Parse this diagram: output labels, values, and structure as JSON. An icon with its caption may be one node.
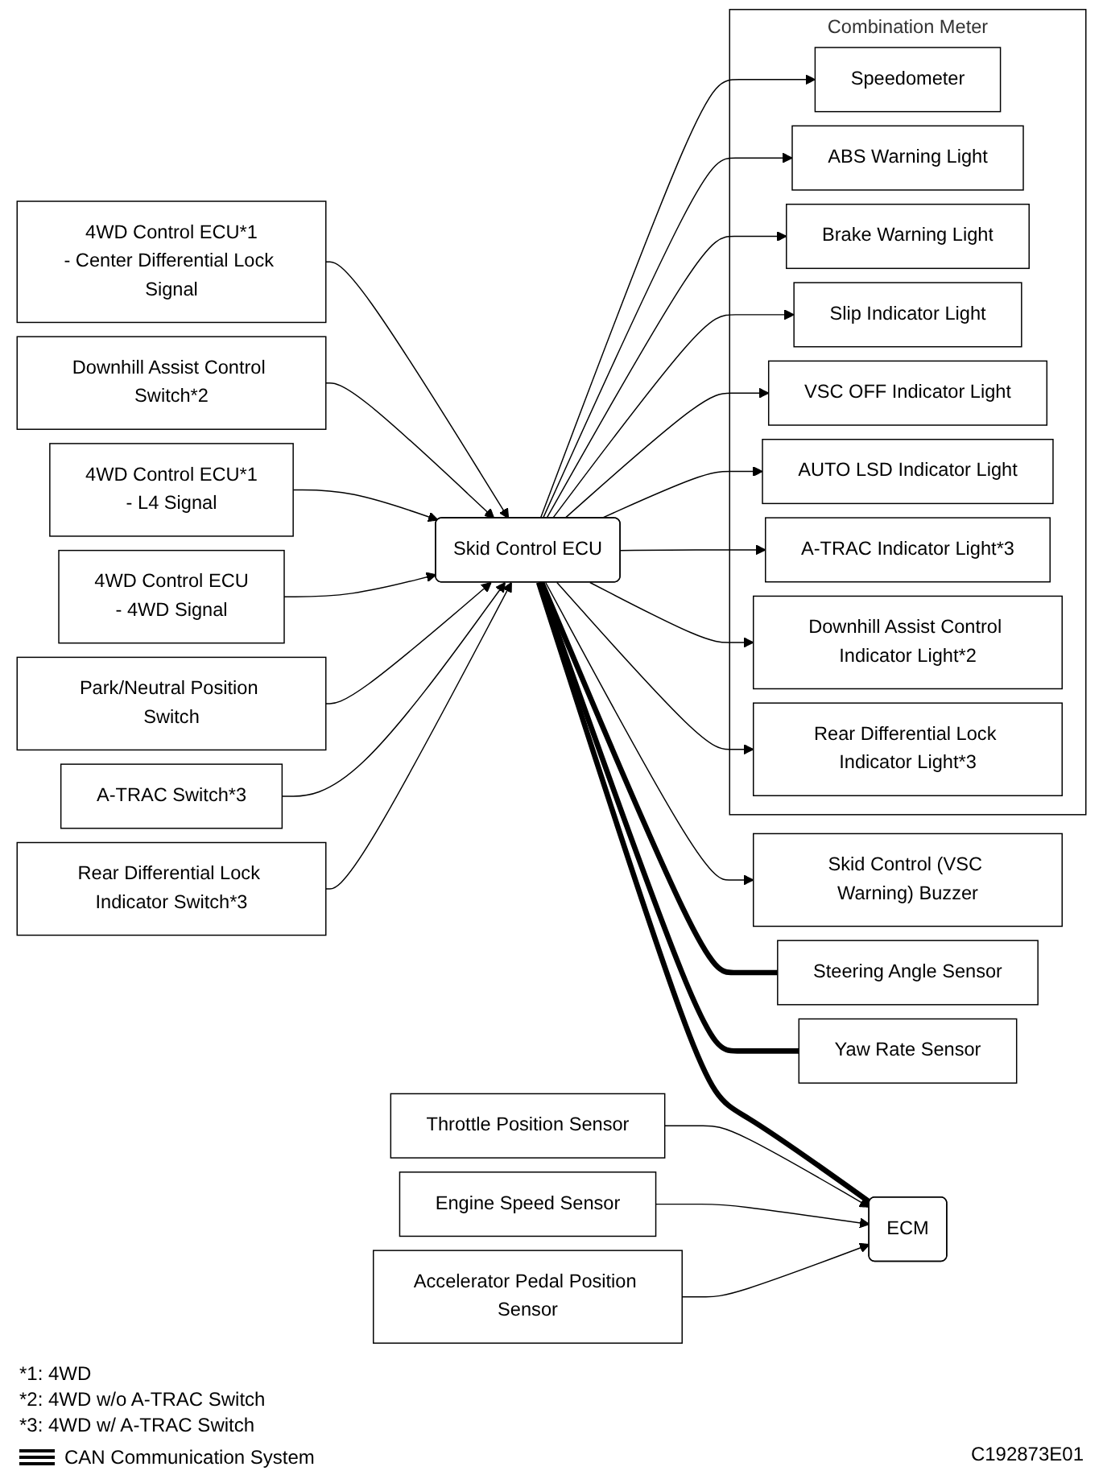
{
  "diagram": {
    "nodes": [
      {
        "text": [
          "Skid Control ECU"
        ]
      },
      {
        "text": [
          "4WD Control ECU*1",
          "- Center Differential Lock Signal"
        ]
      },
      {
        "text": [
          "Downhill Assist Control Switch*2"
        ]
      },
      {
        "text": [
          "4WD Control ECU*1",
          "- L4 Signal"
        ]
      },
      {
        "text": [
          "4WD Control ECU",
          "- 4WD Signal"
        ]
      },
      {
        "text": [
          "Park/Neutral Position Switch"
        ]
      },
      {
        "text": [
          "A-TRAC Switch*3"
        ]
      },
      {
        "text": [
          "Rear Differential Lock Indicator Switch*3"
        ]
      },
      {
        "text": [
          "Skid Control (VSC Warning) Buzzer"
        ]
      },
      {
        "text": [
          "Combination Meter"
        ]
      },
      {
        "text": [
          "Speedometer"
        ],
        "in": 9
      },
      {
        "text": [
          "ABS Warning Light"
        ],
        "in": 9
      },
      {
        "text": [
          "Brake Warning Light"
        ],
        "in": 9
      },
      {
        "text": [
          "Slip Indicator Light"
        ],
        "in": 9
      },
      {
        "text": [
          "VSC OFF Indicator Light"
        ],
        "in": 9
      },
      {
        "text": [
          "AUTO LSD Indicator Light"
        ],
        "in": 9
      },
      {
        "text": [
          "A-TRAC Indicator Light*3"
        ],
        "in": 9
      },
      {
        "text": [
          "Downhill Assist Control Indicator Light*2"
        ],
        "in": 9
      },
      {
        "text": [
          "Rear Differential Lock Indicator Light*3"
        ],
        "in": 9
      },
      {
        "text": [
          "Steering Angle Sensor"
        ]
      },
      {
        "text": [
          "Yaw Rate Sensor"
        ]
      },
      {
        "text": [
          "ECM"
        ]
      },
      {
        "text": [
          "Throttle Position Sensor"
        ]
      },
      {
        "text": [
          "Engine Speed Sensor"
        ]
      },
      {
        "text": [
          "Accelerator Pedal Position Sensor"
        ]
      }
    ],
    "edges": [
      {
        "from": 1,
        "to": 0,
        "arrow": "to"
      },
      {
        "from": 2,
        "to": 0,
        "arrow": "to"
      },
      {
        "from": 3,
        "to": 0,
        "arrow": "to"
      },
      {
        "from": 4,
        "to": 0,
        "arrow": "to"
      },
      {
        "from": 5,
        "to": 0,
        "arrow": "to"
      },
      {
        "from": 6,
        "to": 0,
        "arrow": "to"
      },
      {
        "from": 7,
        "to": 0,
        "arrow": "to"
      },
      {
        "from": 0,
        "to": 8,
        "arrow": "to"
      },
      {
        "from": 0,
        "to": 10,
        "arrow": "to"
      },
      {
        "from": 0,
        "to": 11,
        "arrow": "to"
      },
      {
        "from": 0,
        "to": 12,
        "arrow": "to"
      },
      {
        "from": 0,
        "to": 13,
        "arrow": "to"
      },
      {
        "from": 0,
        "to": 14,
        "arrow": "to"
      },
      {
        "from": 0,
        "to": 15,
        "arrow": "to"
      },
      {
        "from": 0,
        "to": 16,
        "arrow": "to"
      },
      {
        "from": 0,
        "to": 17,
        "arrow": "to"
      },
      {
        "from": 0,
        "to": 18,
        "arrow": "to"
      },
      {
        "from": 0,
        "to": 19,
        "arrow": "none",
        "style": "thick"
      },
      {
        "from": 0,
        "to": 20,
        "arrow": "none",
        "style": "thick"
      },
      {
        "from": 0,
        "to": 21,
        "arrow": "none",
        "style": "thick"
      },
      {
        "from": 22,
        "to": 21,
        "arrow": "to"
      },
      {
        "from": 23,
        "to": 21,
        "arrow": "to"
      },
      {
        "from": 24,
        "to": 21,
        "arrow": "to"
      }
    ],
    "labels": [
      "*1: 4WD",
      "*2: 4WD w/o A-TRAC Switch",
      "*3: 4WD w/ A-TRAC Switch",
      "C192873E01"
    ],
    "legend": [
      {
        "text": "CAN Communication System"
      }
    ]
  }
}
